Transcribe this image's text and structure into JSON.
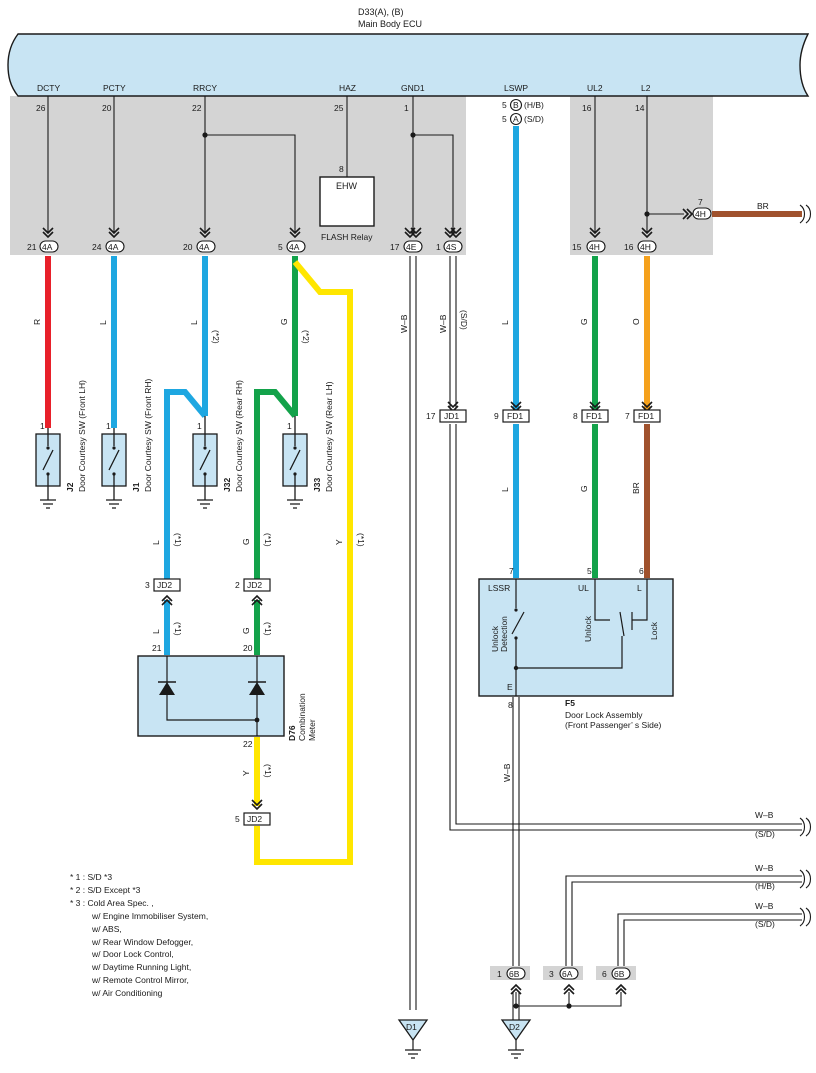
{
  "ecu": {
    "title": "D33(A), (B)",
    "subtitle": "Main Body ECU",
    "terminals": [
      {
        "signal": "DCTY",
        "pin": "26"
      },
      {
        "signal": "PCTY",
        "pin": "20"
      },
      {
        "signal": "RRCY",
        "pin": "22"
      },
      {
        "signal": "HAZ",
        "pin": "25"
      },
      {
        "signal": "GND1",
        "pin": "1"
      },
      {
        "signal": "LSWP",
        "pin": "5"
      },
      {
        "signal": "UL2",
        "pin": "16"
      },
      {
        "signal": "L2",
        "pin": "14"
      }
    ],
    "lswp_variants": [
      {
        "connector": "B",
        "note": "(H/B)"
      },
      {
        "connector": "A",
        "note": "(S/D)"
      }
    ],
    "flash_relay": {
      "code": "EHW",
      "label": "FLASH Relay",
      "pin": "8"
    }
  },
  "junction_connectors": [
    {
      "pin": "21",
      "code": "4A"
    },
    {
      "pin": "24",
      "code": "4A"
    },
    {
      "pin": "20",
      "code": "4A"
    },
    {
      "pin": "5",
      "code": "4A"
    },
    {
      "pin": "17",
      "code": "4E"
    },
    {
      "pin": "1",
      "code": "4S"
    },
    {
      "pin": "15",
      "code": "4H"
    },
    {
      "pin": "16",
      "code": "4H"
    },
    {
      "pin": "7",
      "code": "4H"
    }
  ],
  "wires": {
    "red": "R",
    "blue": "L",
    "green": "G",
    "yellow": "Y",
    "orange": "O",
    "brown": "BR",
    "white_black": "W–B",
    "note_1": "(*1)",
    "note_2": "(*2)",
    "note_sd": "(S/D)",
    "note_hb": "(H/B)"
  },
  "switches": [
    {
      "id": "J2",
      "name": "Door Courtesy SW (Front LH)",
      "pin": "1"
    },
    {
      "id": "J1",
      "name": "Door Courtesy SW (Front RH)",
      "pin": "1"
    },
    {
      "id": "J32",
      "name": "Door Courtesy SW (Rear RH)",
      "pin": "1"
    },
    {
      "id": "J33",
      "name": "Door Courtesy SW (Rear LH)",
      "pin": "1"
    }
  ],
  "connectors": {
    "jd2_a": {
      "pin": "3",
      "code": "JD2"
    },
    "jd2_b": {
      "pin": "2",
      "code": "JD2"
    },
    "jd2_c": {
      "pin": "5",
      "code": "JD2"
    },
    "jd1": {
      "pin": "17",
      "code": "JD1"
    },
    "fd1_a": {
      "pin": "9",
      "code": "FD1"
    },
    "fd1_b": {
      "pin": "8",
      "code": "FD1"
    },
    "fd1_c": {
      "pin": "7",
      "code": "FD1"
    },
    "b6_a": {
      "pin": "1",
      "code": "6B"
    },
    "a6": {
      "pin": "3",
      "code": "6A"
    },
    "b6_b": {
      "pin": "6",
      "code": "6B"
    }
  },
  "meter": {
    "id": "D76",
    "name": "Combination Meter",
    "pins": [
      "21",
      "20",
      "22"
    ]
  },
  "door_lock": {
    "id": "F5",
    "name_line1": "Door Lock Assembly",
    "name_line2": "(Front Passenger’ s Side)",
    "pins": {
      "lssr": "7",
      "ul": "5",
      "l": "6",
      "e": "8"
    },
    "labels": {
      "lssr": "LSSR",
      "ul": "UL",
      "l": "L",
      "e": "E"
    },
    "unlock_detection": [
      "Unlock",
      "Detection"
    ],
    "unlock": "Unlock",
    "lock": "Lock"
  },
  "grounds": [
    "D1",
    "D2"
  ],
  "notes": [
    "* 1 : S/D *3",
    "* 2 : S/D Except *3",
    "* 3 : Cold Area Spec. ,",
    "w/ Engine Immobiliser System,",
    "w/ ABS,",
    "w/ Rear Window Defogger,",
    "w/ Door Lock Control,",
    "w/ Daytime Running Light,",
    "w/ Remote Control Mirror,",
    "w/ Air Conditioning"
  ],
  "colors": {
    "ecu_fill": "#c8e4f3",
    "shade": "#d4d4d4",
    "red": "#e8202a",
    "blue": "#1ea7e1",
    "green": "#13a24a",
    "yellow": "#ffe600",
    "orange": "#f5a11c",
    "brown": "#a0522d",
    "line": "#1a1a1a"
  }
}
